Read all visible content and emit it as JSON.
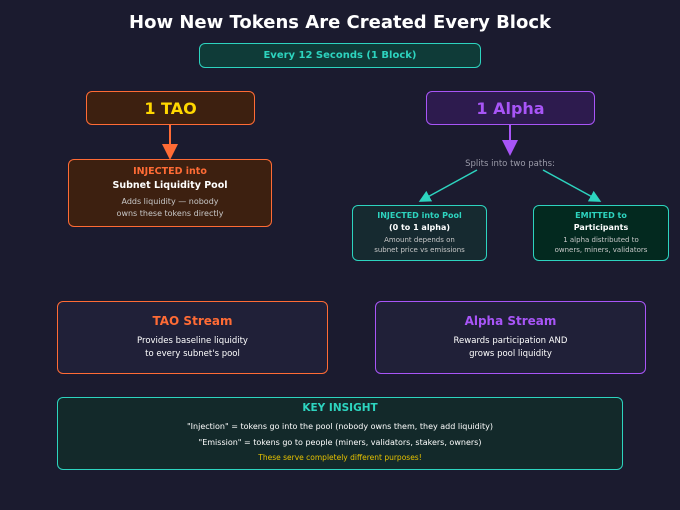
{
  "title": "How New Tokens Are Created Every Block",
  "banner": "Every 12 Seconds (1 Block)",
  "tao": {
    "label": "1 TAO",
    "inj_head": "INJECTED into",
    "inj_title": "Subnet Liquidity Pool",
    "inj_desc1": "Adds liquidity — nobody",
    "inj_desc2": "owns these tokens directly"
  },
  "alpha": {
    "label": "1 Alpha",
    "split": "Splits into two paths:",
    "pool_head": "INJECTED into Pool",
    "pool_title": "(0 to 1 alpha)",
    "pool_desc1": "Amount depends on",
    "pool_desc2": "subnet price vs emissions",
    "emit_head": "EMITTED to",
    "emit_title": "Participants",
    "emit_desc1": "1 alpha distributed to",
    "emit_desc2": "owners, miners, validators"
  },
  "tao_stream": {
    "title": "TAO Stream",
    "line1": "Provides baseline liquidity",
    "line2": "to every subnet's pool"
  },
  "alpha_stream": {
    "title": "Alpha Stream",
    "line1": "Rewards participation AND",
    "line2": "grows pool liquidity"
  },
  "insight": {
    "title": "KEY INSIGHT",
    "line1": "\"Injection\" = tokens go into the pool (nobody owns them, they add liquidity)",
    "line2": "\"Emission\" = tokens go to people (miners, validators, stakers, owners)",
    "line3": "These serve completely different purposes!"
  },
  "colors": {
    "orange": "#ff6b35",
    "purple": "#a855f7",
    "teal": "#2dd4bf",
    "gold": "#ffd700"
  }
}
